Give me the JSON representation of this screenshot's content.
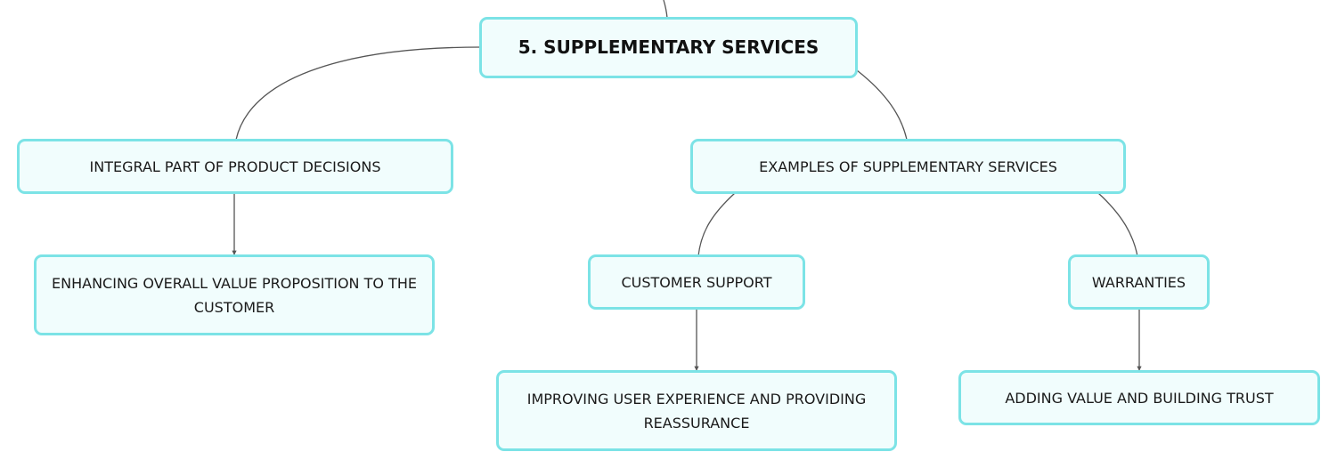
{
  "diagram": {
    "root": {
      "label": "5. SUPPLEMENTARY SERVICES"
    },
    "nodes": {
      "integral": {
        "label": "INTEGRAL PART OF PRODUCT DECISIONS"
      },
      "enhancing": {
        "label": "ENHANCING OVERALL VALUE PROPOSITION TO THE CUSTOMER"
      },
      "examples": {
        "label": "EXAMPLES OF SUPPLEMENTARY SERVICES"
      },
      "customer_support": {
        "label": "CUSTOMER SUPPORT"
      },
      "improving": {
        "label": "IMPROVING USER EXPERIENCE AND PROVIDING REASSURANCE"
      },
      "warranties": {
        "label": "WARRANTIES"
      },
      "adding_value": {
        "label": "ADDING VALUE AND BUILDING TRUST"
      }
    },
    "edges": [
      {
        "from": "root",
        "to": "integral"
      },
      {
        "from": "root",
        "to": "examples"
      },
      {
        "from": "integral",
        "to": "enhancing"
      },
      {
        "from": "examples",
        "to": "customer_support"
      },
      {
        "from": "examples",
        "to": "warranties"
      },
      {
        "from": "customer_support",
        "to": "improving"
      },
      {
        "from": "warranties",
        "to": "adding_value"
      }
    ],
    "colors": {
      "node_border": "#7ce3e6",
      "node_fill": "#f1fdfd",
      "connector": "#555555"
    }
  }
}
